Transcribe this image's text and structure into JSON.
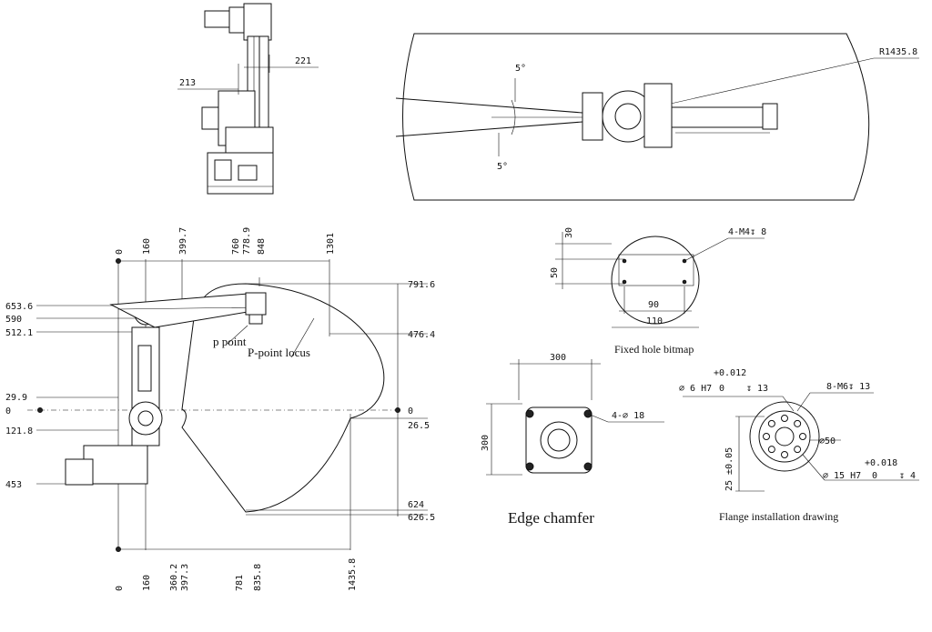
{
  "top_view": {
    "dim_left": "213",
    "dim_right": "221"
  },
  "plan_view": {
    "radius": "R1435.8",
    "angle_top": "5°",
    "angle_bottom": "5°"
  },
  "side_view": {
    "x_top": [
      "0",
      "160",
      "399.7",
      "760",
      "778.9",
      "848",
      "1301"
    ],
    "x_bottom": [
      "0",
      "160",
      "360.2",
      "397.3",
      "781",
      "835.8",
      "1435.8"
    ],
    "y_left": [
      "653.6",
      "590",
      "512.1",
      "29.9",
      "0",
      "121.8",
      "453"
    ],
    "y_right": [
      "791.6",
      "476.4",
      "0",
      "26.5",
      "624",
      "626.5"
    ],
    "label_p_point": "p point",
    "label_locus": "P-point locus"
  },
  "fixed_hole": {
    "dims": {
      "top": "30",
      "left": "50",
      "inner_w": "90",
      "outer_w": "110"
    },
    "thread": "4-M4↧ 8",
    "caption": "Fixed hole bitmap"
  },
  "edge": {
    "dim_w": "300",
    "dim_h": "300",
    "hole": "4-⌀ 18",
    "caption": "Edge chamfer"
  },
  "flange": {
    "tol_top": "+0.012",
    "tol_top_zero": "0",
    "hole_spec": "⌀ 6 H7",
    "hole_depth": "↧ 13",
    "thread": "8-M6↧ 13",
    "dia": "⌀50",
    "tol_bot": "+0.018",
    "tol_bot_zero": "0",
    "bore_spec": "⌀ 15 H7",
    "bore_depth": "↧ 4",
    "vdim": "25 ±0.05",
    "caption": "Flange installation drawing"
  }
}
